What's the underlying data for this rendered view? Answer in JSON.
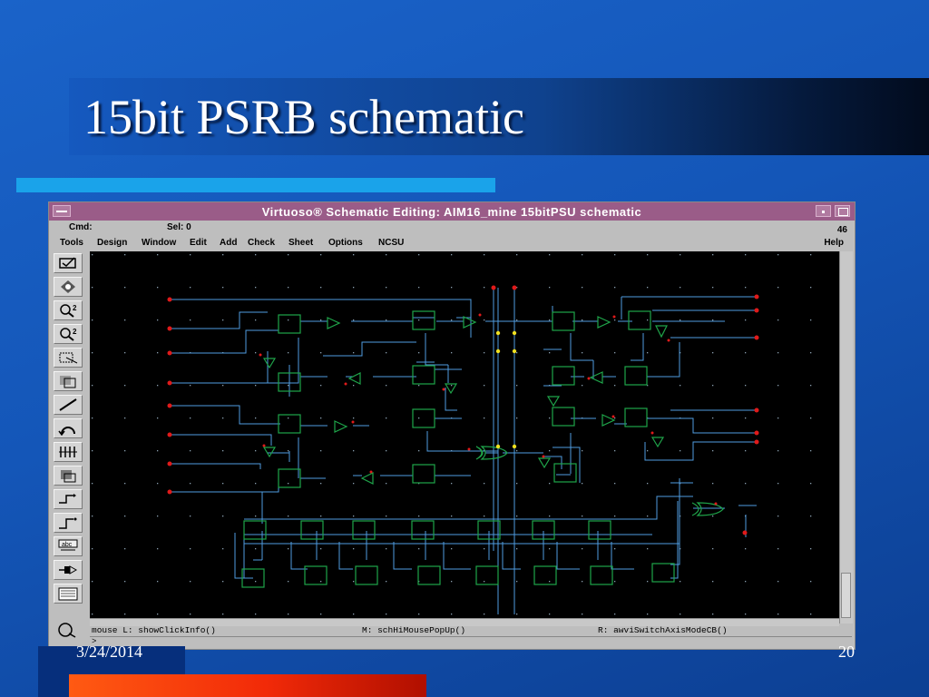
{
  "slide": {
    "title": "15bit PSRB schematic",
    "date": "3/24/2014",
    "page": "20"
  },
  "window": {
    "title": "Virtuoso® Schematic Editing: AIM16_mine 15bitPSU schematic",
    "cmd_label": "Cmd:",
    "sel_label": "Sel: 0",
    "counter": "46",
    "menu": [
      "Tools",
      "Design",
      "Window",
      "Edit",
      "Add",
      "Check",
      "Sheet",
      "Options",
      "NCSU"
    ],
    "help": "Help",
    "tools": [
      "check-save-icon",
      "fit-icon",
      "zoom-in-icon",
      "zoom-out-icon",
      "stretch-icon",
      "copy-icon",
      "wire-icon",
      "undo-icon",
      "instance-icon",
      "property-icon",
      "pin-icon",
      "wire-narrow-icon",
      "wire-wide-icon",
      "label-icon",
      "delete-icon",
      "hierarchy-icon"
    ],
    "mouse": {
      "left": "mouse L: showClickInfo()",
      "middle": "M: schHiMousePopUp()",
      "right": "R: awviSwitchAxisModeCB()"
    },
    "prompt": ">"
  },
  "colors": {
    "wire": "#4f9ce0",
    "component": "#1fa54a",
    "pin": "#e01a1a",
    "junction": "#f0e020",
    "titlebar": "#9a5c88"
  }
}
